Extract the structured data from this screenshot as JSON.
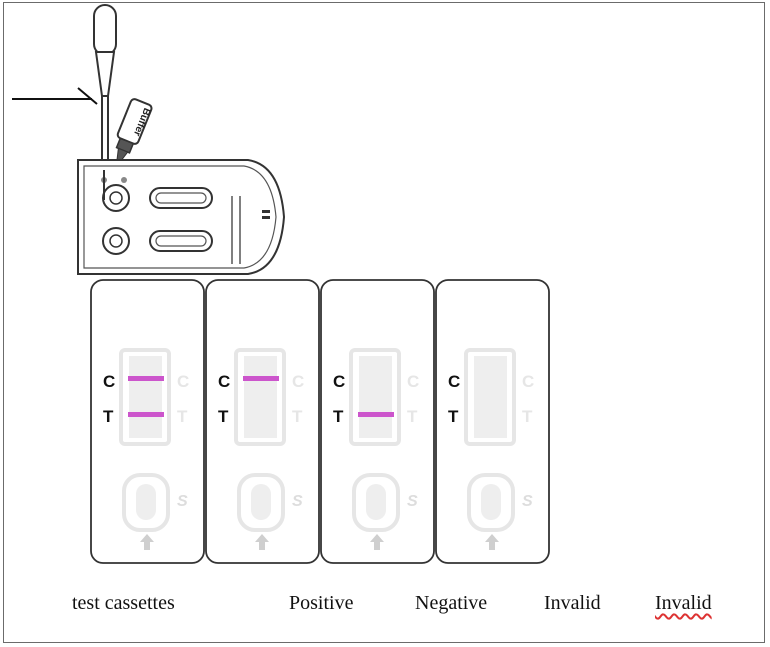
{
  "device": {
    "buffer_label": "Buffer"
  },
  "cassettes": [
    {
      "control_label": "C",
      "test_label": "T",
      "faint_control_label": "C",
      "faint_test_label": "T",
      "sample_label": "S",
      "control_line": true,
      "test_line": true
    },
    {
      "control_label": "C",
      "test_label": "T",
      "faint_control_label": "C",
      "faint_test_label": "T",
      "sample_label": "S",
      "control_line": true,
      "test_line": false
    },
    {
      "control_label": "C",
      "test_label": "T",
      "faint_control_label": "C",
      "faint_test_label": "T",
      "sample_label": "S",
      "control_line": false,
      "test_line": true
    },
    {
      "control_label": "C",
      "test_label": "T",
      "faint_control_label": "C",
      "faint_test_label": "T",
      "sample_label": "S",
      "control_line": false,
      "test_line": false
    }
  ],
  "captions": {
    "test_cassettes": "test cassettes",
    "positive": "Positive",
    "negative": "Negative",
    "invalid_1": "Invalid",
    "invalid_2": "Invalid"
  },
  "colors": {
    "result_line": "#cc55cc",
    "outline": "#333333",
    "faint": "#e6e6e6",
    "window_fill": "#eeeeee"
  }
}
